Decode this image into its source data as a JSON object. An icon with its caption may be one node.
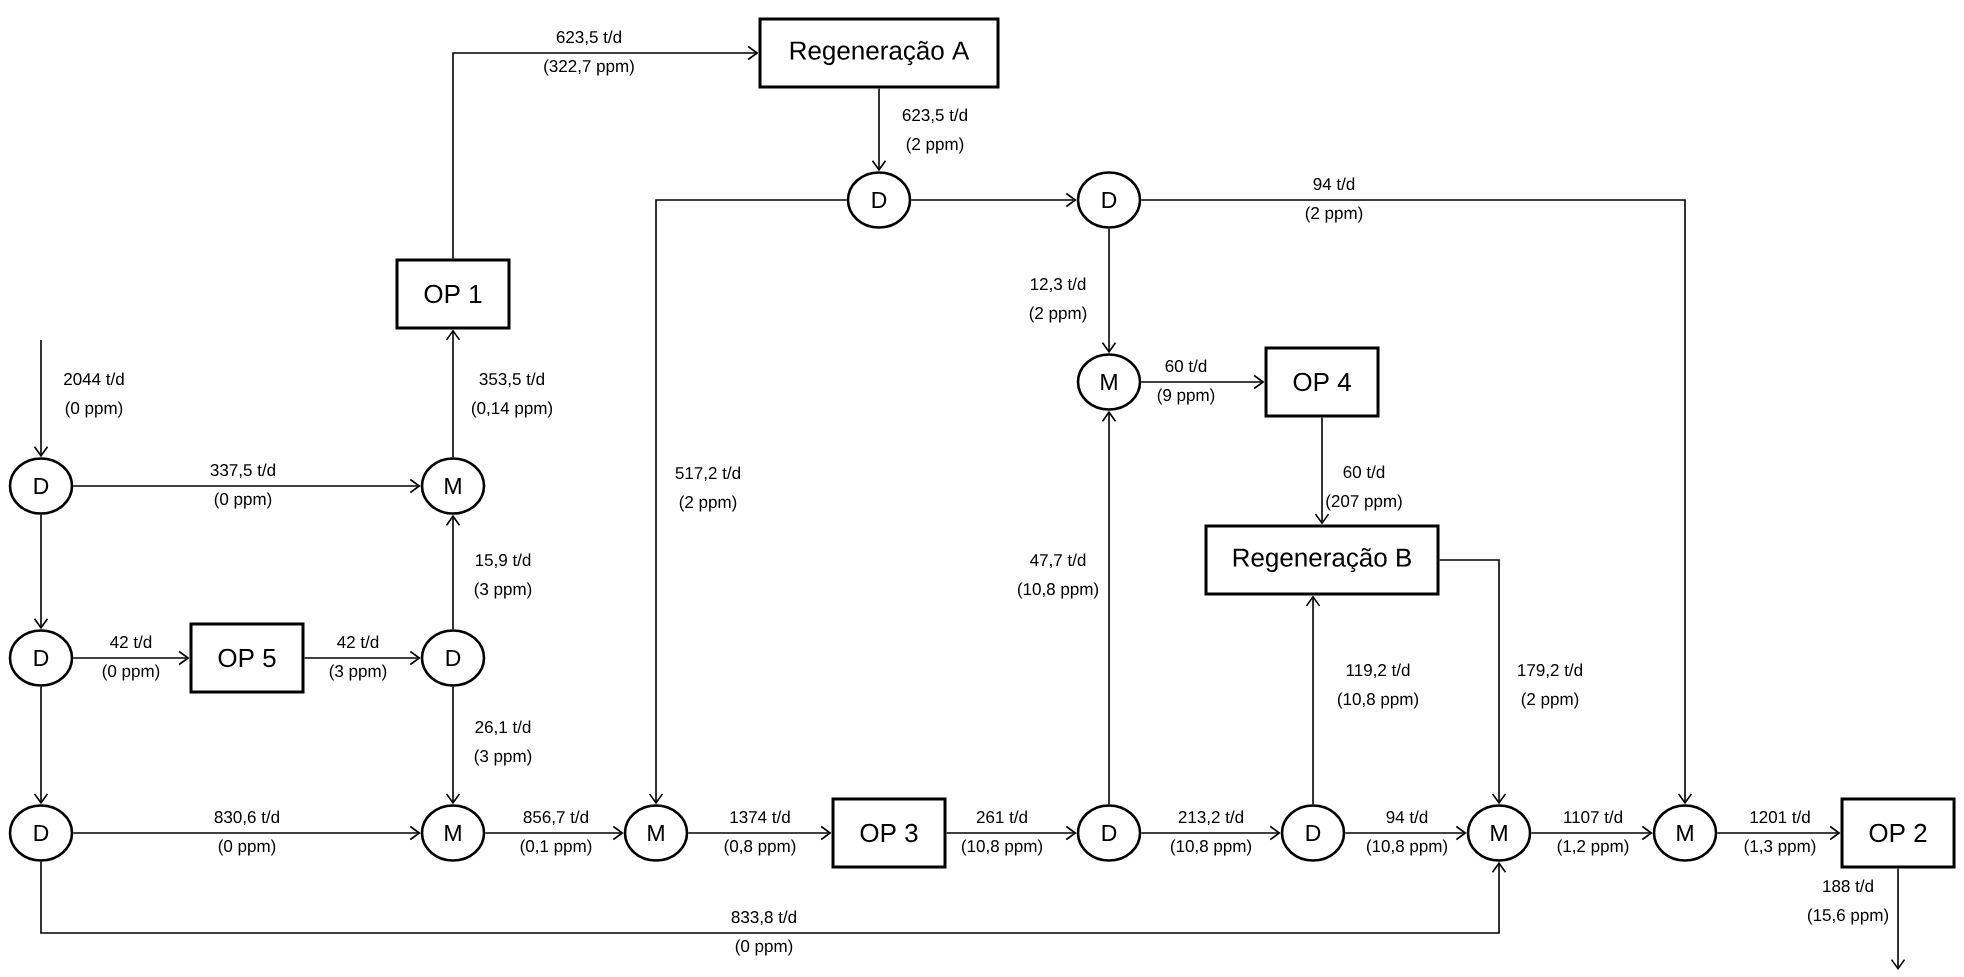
{
  "diagram": {
    "nodes": [
      {
        "text": [
          "Regeneração A"
        ]
      },
      {
        "text": [
          "D"
        ]
      },
      {
        "text": [
          "D"
        ]
      },
      {
        "text": [
          "OP 1"
        ]
      },
      {
        "text": [
          "M"
        ]
      },
      {
        "text": [
          "OP 4"
        ]
      },
      {
        "text": [
          "D"
        ]
      },
      {
        "text": [
          "M"
        ]
      },
      {
        "text": [
          "Regeneração B"
        ]
      },
      {
        "text": [
          "D"
        ]
      },
      {
        "text": [
          "OP 5"
        ]
      },
      {
        "text": [
          "D"
        ]
      },
      {
        "text": [
          "D"
        ]
      },
      {
        "text": [
          "M"
        ]
      },
      {
        "text": [
          "M"
        ]
      },
      {
        "text": [
          "OP 3"
        ]
      },
      {
        "text": [
          "D"
        ]
      },
      {
        "text": [
          "D"
        ]
      },
      {
        "text": [
          "M"
        ]
      },
      {
        "text": [
          "M"
        ]
      },
      {
        "text": [
          "OP 2"
        ]
      }
    ],
    "edges": [
      {
        "from": null,
        "to": 6,
        "arrow": "to",
        "label": "2044 t/d (0 ppm)"
      },
      {
        "from": 6,
        "to": 7,
        "arrow": "to",
        "label": "337,5 t/d (0 ppm)"
      },
      {
        "from": 6,
        "to": 9,
        "arrow": "to"
      },
      {
        "from": 9,
        "to": 12,
        "arrow": "to"
      },
      {
        "from": 9,
        "to": 10,
        "arrow": "to",
        "label": "42 t/d (0 ppm)"
      },
      {
        "from": 10,
        "to": 11,
        "arrow": "to",
        "label": "42 t/d (3 ppm)"
      },
      {
        "from": 11,
        "to": 7,
        "arrow": "to",
        "label": "15,9 t/d (3 ppm)"
      },
      {
        "from": 11,
        "to": 13,
        "arrow": "to",
        "label": "26,1 t/d (3 ppm)"
      },
      {
        "from": 7,
        "to": 3,
        "arrow": "to",
        "label": "353,5 t/d (0,14 ppm)"
      },
      {
        "from": 3,
        "to": 0,
        "arrow": "to",
        "label": "623,5 t/d (322,7 ppm)"
      },
      {
        "from": 0,
        "to": 1,
        "arrow": "to",
        "label": "623,5 t/d (2 ppm)"
      },
      {
        "from": 1,
        "to": 2,
        "arrow": "to"
      },
      {
        "from": 1,
        "to": 14,
        "arrow": "to",
        "label": "517,2 t/d (2 ppm)"
      },
      {
        "from": 2,
        "to": 4,
        "arrow": "to",
        "label": "12,3 t/d (2 ppm)"
      },
      {
        "from": 2,
        "to": 19,
        "arrow": "to",
        "label": "94 t/d (2 ppm)"
      },
      {
        "from": 4,
        "to": 5,
        "arrow": "to",
        "label": "60 t/d (9 ppm)"
      },
      {
        "from": 5,
        "to": 8,
        "arrow": "to",
        "label": "60 t/d (207 ppm)"
      },
      {
        "from": 8,
        "to": 18,
        "arrow": "to",
        "label": "179,2 t/d (2 ppm)"
      },
      {
        "from": 12,
        "to": 13,
        "arrow": "to",
        "label": "830,6 t/d (0 ppm)"
      },
      {
        "from": 12,
        "to": 18,
        "arrow": "to",
        "label": "833,8 t/d (0 ppm)"
      },
      {
        "from": 13,
        "to": 14,
        "arrow": "to",
        "label": "856,7 t/d (0,1 ppm)"
      },
      {
        "from": 14,
        "to": 15,
        "arrow": "to",
        "label": "1374 t/d (0,8 ppm)"
      },
      {
        "from": 15,
        "to": 16,
        "arrow": "to",
        "label": "261 t/d (10,8 ppm)"
      },
      {
        "from": 16,
        "to": 4,
        "arrow": "to",
        "label": "47,7 t/d (10,8 ppm)"
      },
      {
        "from": 16,
        "to": 17,
        "arrow": "to",
        "label": "213,2 t/d (10,8 ppm)"
      },
      {
        "from": 17,
        "to": 8,
        "arrow": "to",
        "label": "119,2 t/d (10,8 ppm)"
      },
      {
        "from": 17,
        "to": 18,
        "arrow": "to",
        "label": "94 t/d (10,8 ppm)"
      },
      {
        "from": 18,
        "to": 19,
        "arrow": "to",
        "label": "1107 t/d (1,2 ppm)"
      },
      {
        "from": 19,
        "to": 20,
        "arrow": "to",
        "label": "1201 t/d (1,3 ppm)"
      },
      {
        "from": 20,
        "to": null,
        "arrow": "to",
        "label": "188 t/d (15,6 ppm)"
      }
    ]
  }
}
